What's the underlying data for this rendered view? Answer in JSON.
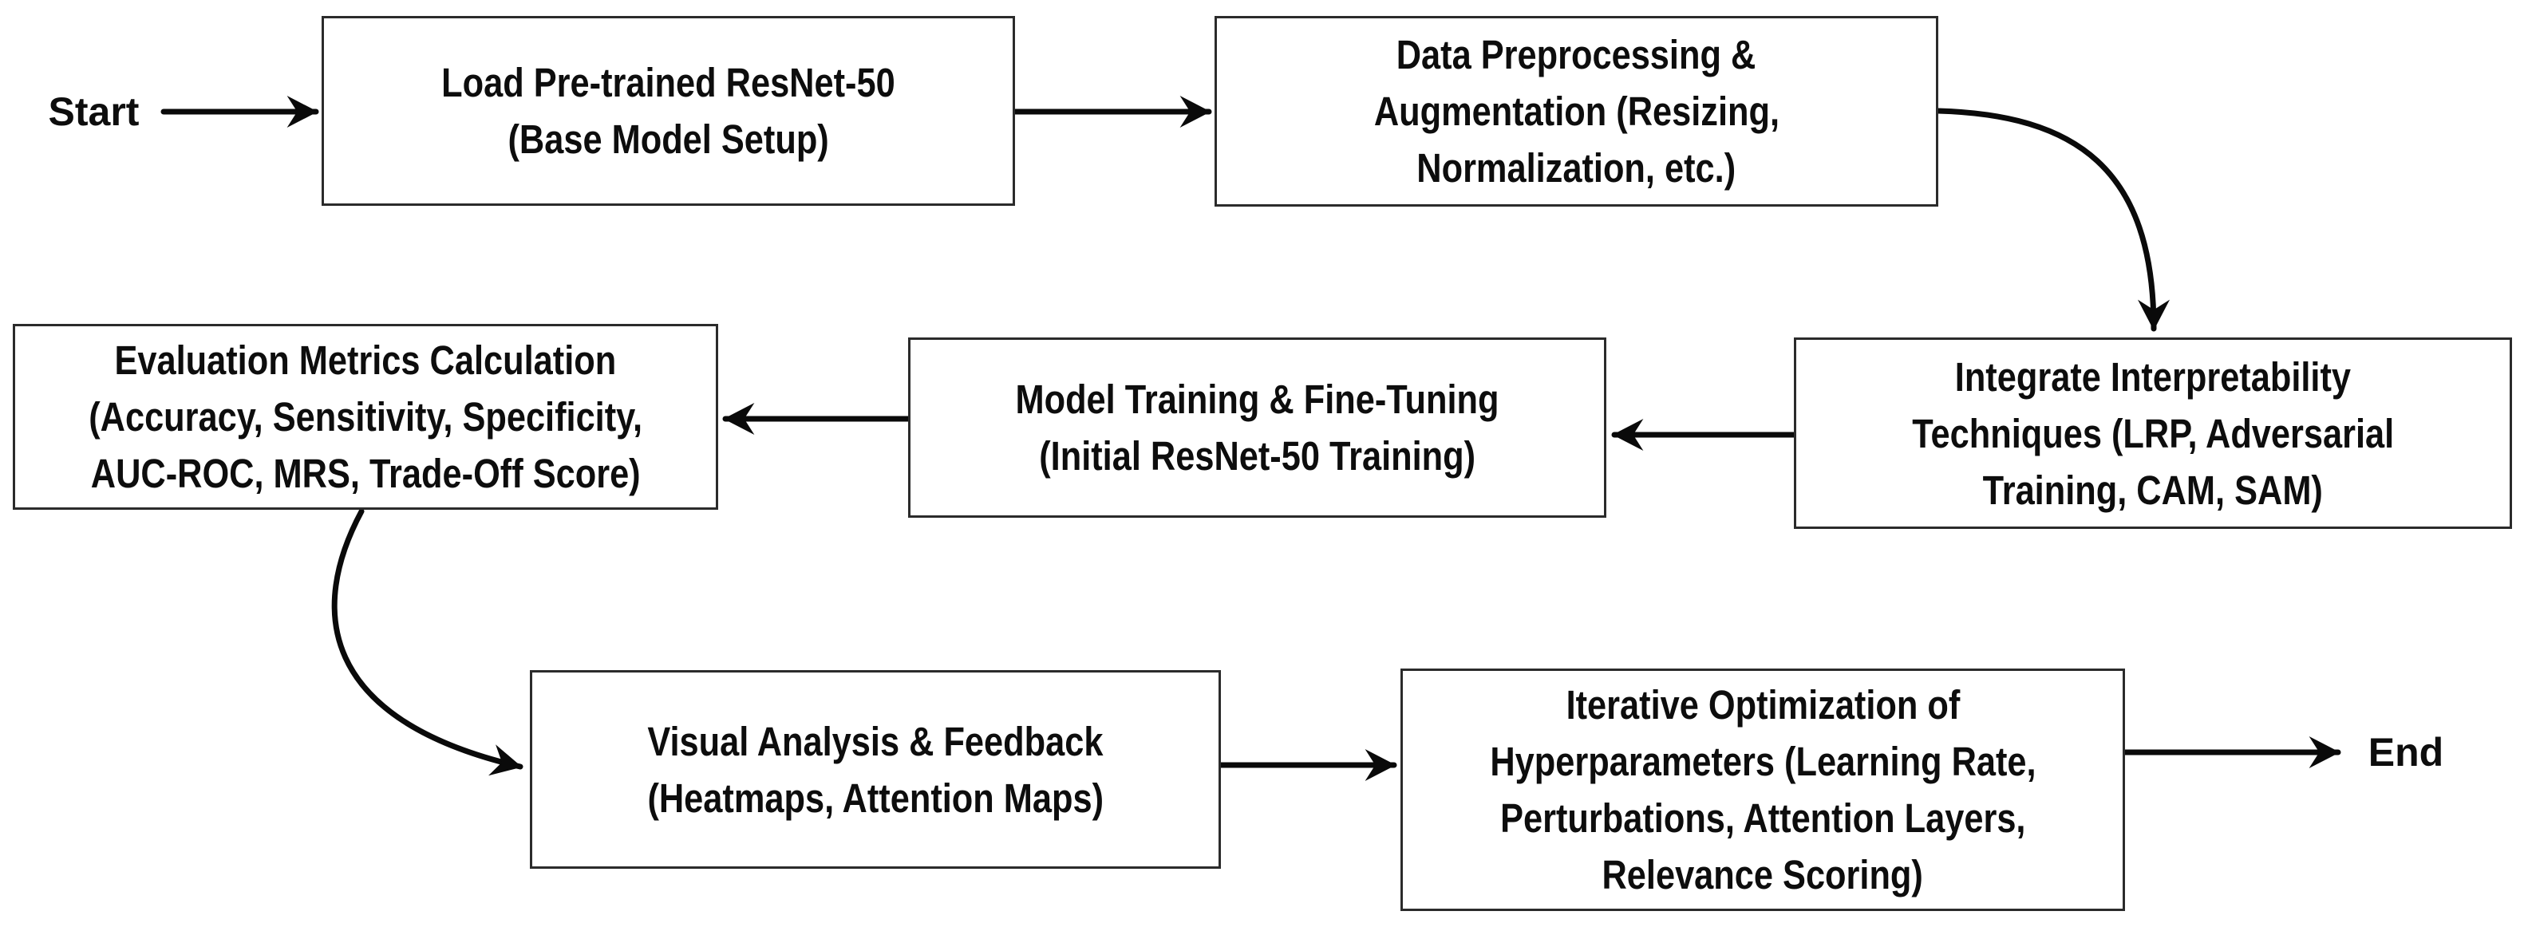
{
  "diagram": {
    "kind": "flowchart",
    "colors": {
      "background": "#ffffff",
      "box_border": "#2b2b2b",
      "box_fill": "#ffffff",
      "text": "#0d0d0d",
      "arrow": "#0a0a0a"
    },
    "start_label": "Start",
    "end_label": "End",
    "nodes": [
      {
        "id": "load-resnet",
        "lines": [
          "Load Pre-trained ResNet-50",
          "(Base Model Setup)"
        ]
      },
      {
        "id": "data-preprocessing",
        "lines": [
          "Data Preprocessing &",
          "Augmentation (Resizing,",
          "Normalization, etc.)"
        ]
      },
      {
        "id": "integrate-interpretability",
        "lines": [
          "Integrate Interpretability",
          "Techniques (LRP, Adversarial",
          "Training, CAM, SAM)"
        ]
      },
      {
        "id": "model-training",
        "lines": [
          "Model Training & Fine-Tuning",
          "(Initial ResNet-50 Training)"
        ]
      },
      {
        "id": "evaluation-metrics",
        "lines": [
          "Evaluation Metrics Calculation",
          "(Accuracy, Sensitivity, Specificity,",
          "AUC-ROC, MRS, Trade-Off Score)"
        ]
      },
      {
        "id": "visual-analysis",
        "lines": [
          "Visual Analysis & Feedback",
          "(Heatmaps, Attention Maps)"
        ]
      },
      {
        "id": "iterative-optimization",
        "lines": [
          "Iterative Optimization of",
          "Hyperparameters (Learning Rate,",
          "Perturbations, Attention Layers,",
          "Relevance Scoring)"
        ]
      }
    ],
    "edges": [
      {
        "from": "start",
        "to": "load-resnet",
        "shape": "straight"
      },
      {
        "from": "load-resnet",
        "to": "data-preprocessing",
        "shape": "straight"
      },
      {
        "from": "data-preprocessing",
        "to": "integrate-interpretability",
        "shape": "curved-down"
      },
      {
        "from": "integrate-interpretability",
        "to": "model-training",
        "shape": "straight"
      },
      {
        "from": "model-training",
        "to": "evaluation-metrics",
        "shape": "straight"
      },
      {
        "from": "evaluation-metrics",
        "to": "visual-analysis",
        "shape": "curved-down"
      },
      {
        "from": "visual-analysis",
        "to": "iterative-optimization",
        "shape": "straight"
      },
      {
        "from": "iterative-optimization",
        "to": "end",
        "shape": "straight"
      }
    ]
  }
}
